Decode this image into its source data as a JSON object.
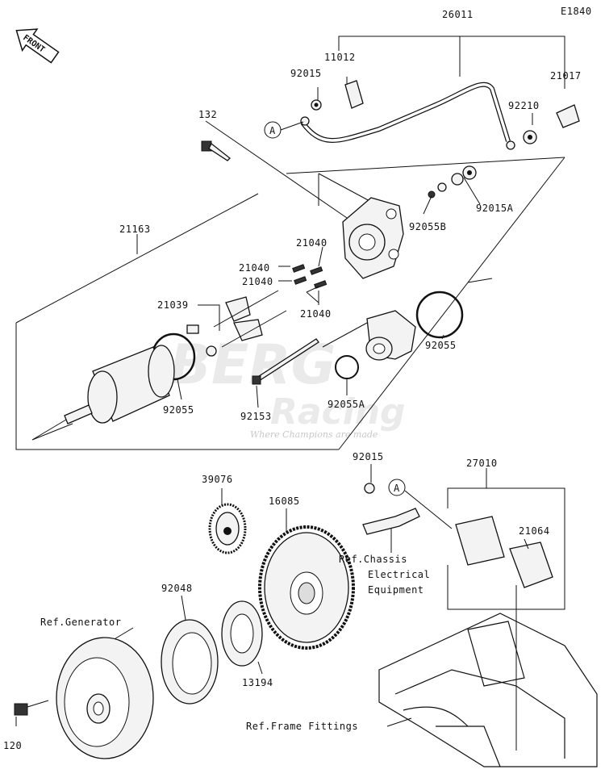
{
  "diagram_code": "E1840",
  "front_label": "FRONT",
  "watermark": {
    "brand_top": "BERG",
    "brand_bottom": "Racing",
    "tagline": "Where Champions are made"
  },
  "callouts": {
    "c26011": "26011",
    "c11012": "11012",
    "c92015_top": "92015",
    "c21017": "21017",
    "c92210": "92210",
    "c132": "132",
    "c92015A": "92015A",
    "c92055B": "92055B",
    "c21163": "21163",
    "c21040_a": "21040",
    "c21040_b": "21040",
    "c21040_c": "21040",
    "c21040_d": "21040",
    "c21039": "21039",
    "c92055_right": "92055",
    "c92055A": "92055A",
    "c92055_left": "92055",
    "c92153": "92153",
    "c92015_mid": "92015",
    "c27010": "27010",
    "c21064": "21064",
    "c39076": "39076",
    "c16085": "16085",
    "c92048": "92048",
    "c13194": "13194",
    "c120": "120",
    "marker_A1": "A",
    "marker_A2": "A"
  },
  "references": {
    "generator": "Ref.Generator",
    "chassis_1": "Ref.Chassis",
    "chassis_2": "Electrical",
    "chassis_3": "Equipment",
    "frame": "Ref.Frame Fittings"
  },
  "colors": {
    "ink": "#111111",
    "part_fill": "#f3f3f3",
    "watermark": "#d8d8d8"
  }
}
